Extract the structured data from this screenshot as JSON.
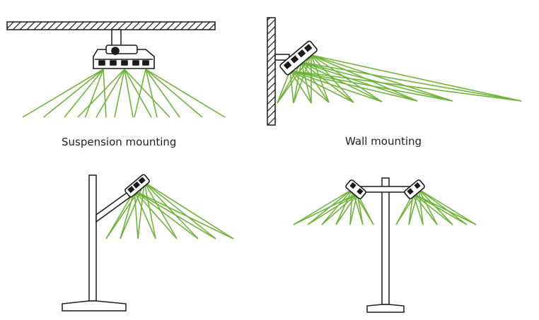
{
  "captions": {
    "suspension": "Suspension mounting",
    "wall": "Wall mounting"
  },
  "colors": {
    "beam": "#6fb43a",
    "line": "#1a1a1a",
    "fixture": "#ffffff"
  },
  "icons": [
    "hatched-ceiling",
    "hatched-wall",
    "lamp-fixture",
    "light-beam",
    "pole"
  ]
}
